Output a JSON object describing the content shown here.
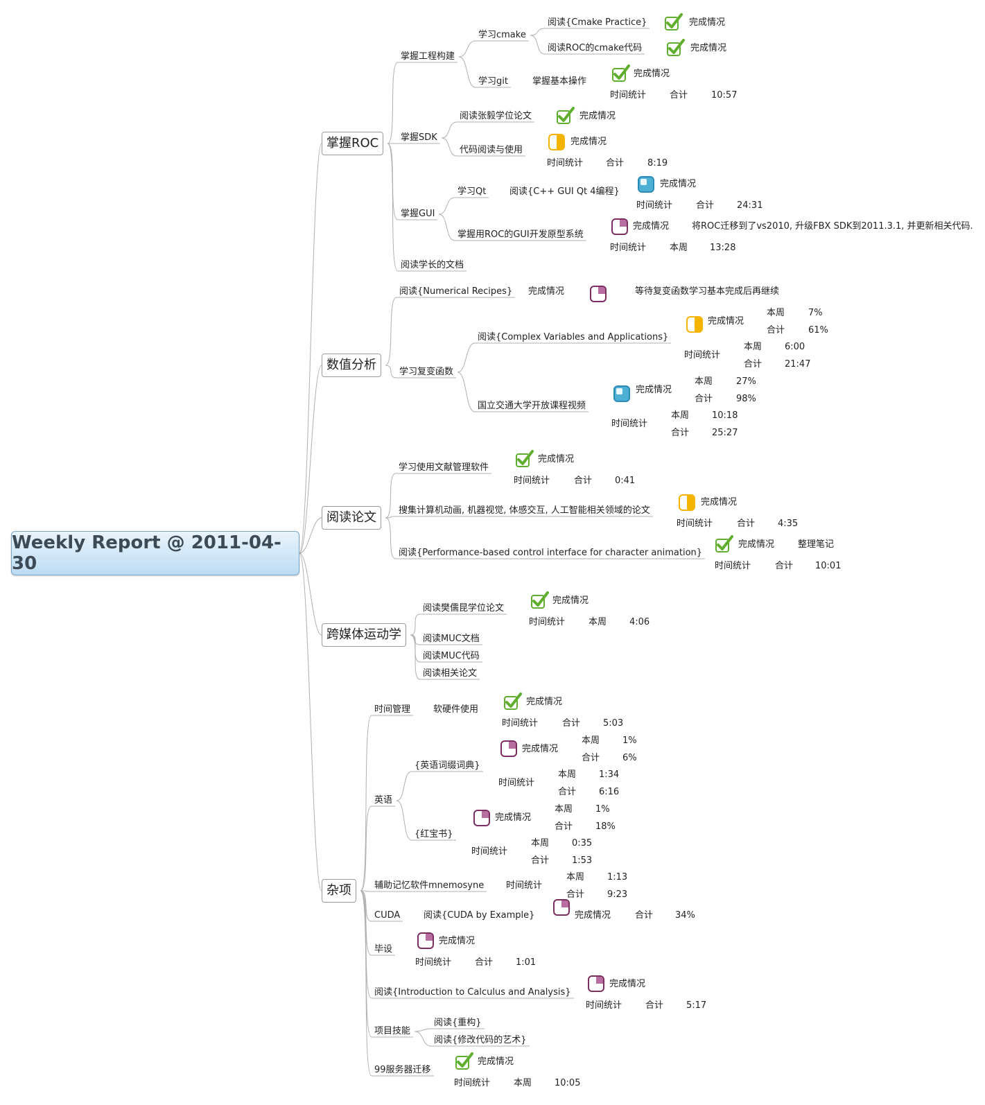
{
  "title": "Weekly Report @ 2011-04-30",
  "colors": {
    "line": "#b0b0b0",
    "root_border": "#7aa7c9",
    "check": "#5fae2e",
    "half": "#f5b400",
    "quarter": "#4fb0d6",
    "started": "#7a2d5e"
  },
  "sections": {
    "roc": "掌握ROC",
    "numeric": "数值分析",
    "papers": "阅读论文",
    "crossmedia": "跨媒体运动学",
    "misc": "杂项"
  },
  "labels": {
    "status": "完成情况",
    "time_stats": "时间统计",
    "total": "合计",
    "this_week": "本周"
  },
  "roc": {
    "build": "掌握工程构建",
    "cmake": "学习cmake",
    "cmake_practice": "阅读{Cmake Practice}",
    "cmake_roc": "阅读ROC的cmake代码",
    "git": "学习git",
    "git_basic": "掌握基本操作",
    "git_total": "10:57",
    "sdk": "掌握SDK",
    "sdk_thesis": "阅读张毅学位论文",
    "sdk_code": "代码阅读与使用",
    "sdk_total": "8:19",
    "gui": "掌握GUI",
    "qt": "学习Qt",
    "qt_book": "阅读{C++ GUI Qt 4编程}",
    "qt_total": "24:31",
    "gui_proto": "掌握用ROC的GUI开发原型系统",
    "gui_proto_note": "将ROC迁移到了vs2010, 升级FBX SDK到2011.3.1, 并更新相关代码.",
    "gui_proto_week": "13:28",
    "senior_docs": "阅读学长的文档"
  },
  "numeric": {
    "nr": "阅读{Numerical Recipes}",
    "nr_note": "等待复变函数学习基本完成后再继续",
    "complex": "学习复变函数",
    "cva": "阅读{Complex Variables and Applications}",
    "cva_week_pct": "7%",
    "cva_total_pct": "61%",
    "cva_week_time": "6:00",
    "cva_total_time": "21:47",
    "xjtu": "国立交通大学开放课程视频",
    "xjtu_week_pct": "27%",
    "xjtu_total_pct": "98%",
    "xjtu_week_time": "10:18",
    "xjtu_total_time": "25:27"
  },
  "papers": {
    "refsoft": "学习使用文献管理软件",
    "refsoft_total": "0:41",
    "collect": "搜集计算机动画, 机器视觉, 体感交互, 人工智能相关领域的论文",
    "collect_total": "4:35",
    "perf": "阅读{Performance-based control interface for character animation}",
    "perf_note": "整理笔记",
    "perf_total": "10:01"
  },
  "crossmedia": {
    "fan": "阅读樊儒昆学位论文",
    "fan_week": "4:06",
    "muc_doc": "阅读MUC文档",
    "muc_code": "阅读MUC代码",
    "related": "阅读相关论文"
  },
  "misc": {
    "timemgmt": "时间管理",
    "hwsw": "软硬件使用",
    "hwsw_total": "5:03",
    "english": "英语",
    "affix": "{英语词缀词典}",
    "affix_week_pct": "1%",
    "affix_total_pct": "6%",
    "affix_week_time": "1:34",
    "affix_total_time": "6:16",
    "redbook": "{红宝书}",
    "red_week_pct": "1%",
    "red_total_pct": "18%",
    "red_week_time": "0:35",
    "red_total_time": "1:53",
    "mnemosyne": "辅助记忆软件mnemosyne",
    "mnem_week": "1:13",
    "mnem_total": "9:23",
    "cuda": "CUDA",
    "cuda_book": "阅读{CUDA by Example}",
    "cuda_total_pct": "34%",
    "thesis": "毕设",
    "thesis_total": "1:01",
    "calculus": "阅读{Introduction to Calculus and Analysis}",
    "calc_total": "5:17",
    "proj": "项目技能",
    "refactor": "阅读{重构}",
    "legacy": "阅读{修改代码的艺术}",
    "server": "99服务器迁移",
    "server_week": "10:05"
  }
}
